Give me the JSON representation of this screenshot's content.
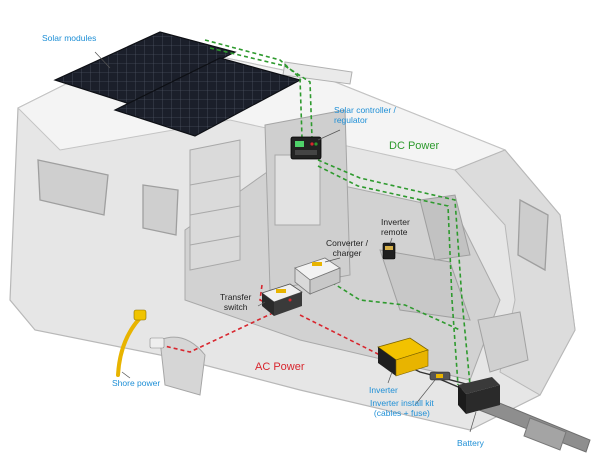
{
  "labels": {
    "solar_modules": "Solar modules",
    "solar_controller_line1": "Solar controller /",
    "solar_controller_line2": "regulator",
    "dc_power": "DC Power",
    "inverter_remote_line1": "Inverter",
    "inverter_remote_line2": "remote",
    "converter_line1": "Converter /",
    "converter_line2": "charger",
    "transfer_switch_line1": "Transfer",
    "transfer_switch_line2": "switch",
    "ac_power": "AC Power",
    "shore_power": "Shore power",
    "inverter": "Inverter",
    "install_kit_line1": "Inverter install kit",
    "install_kit_line2": "(cables + fuse)",
    "battery": "Battery"
  },
  "colors": {
    "dc_line": "#2e9a2e",
    "ac_line": "#d8262e",
    "label_blue": "#1e8fd6",
    "label_dark": "#222222",
    "shell": "#e4e4e4",
    "solar_panel": "#1b1f2a",
    "cable_yellow": "#e8b400"
  }
}
